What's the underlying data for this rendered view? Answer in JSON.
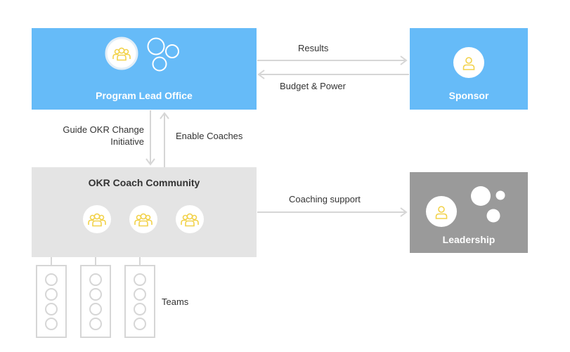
{
  "boxes": {
    "program_lead_office": "Program Lead Office",
    "sponsor": "Sponsor",
    "okr_coach_community": "OKR Coach Community",
    "leadership": "Leadership"
  },
  "arrows": {
    "results": "Results",
    "budget_power": "Budget & Power",
    "guide_line1": "Guide OKR Change",
    "guide_line2": "Initiative",
    "enable_coaches": "Enable Coaches",
    "coaching_support": "Coaching support"
  },
  "teams": {
    "label": "Teams",
    "count": 3,
    "circles_per_team": 4
  },
  "icons": {
    "program_lead_office": [
      "group-icon"
    ],
    "sponsor": [
      "person-icon"
    ],
    "okr_coach_community": [
      "group-icon",
      "group-icon",
      "group-icon"
    ],
    "leadership": [
      "person-icon"
    ]
  },
  "colors": {
    "program_box": "#66bbf8",
    "community_box": "#e4e4e4",
    "leadership_box": "#9a9a9a",
    "icon_yellow": "#f2d24a",
    "connector": "#d6d6d6"
  }
}
